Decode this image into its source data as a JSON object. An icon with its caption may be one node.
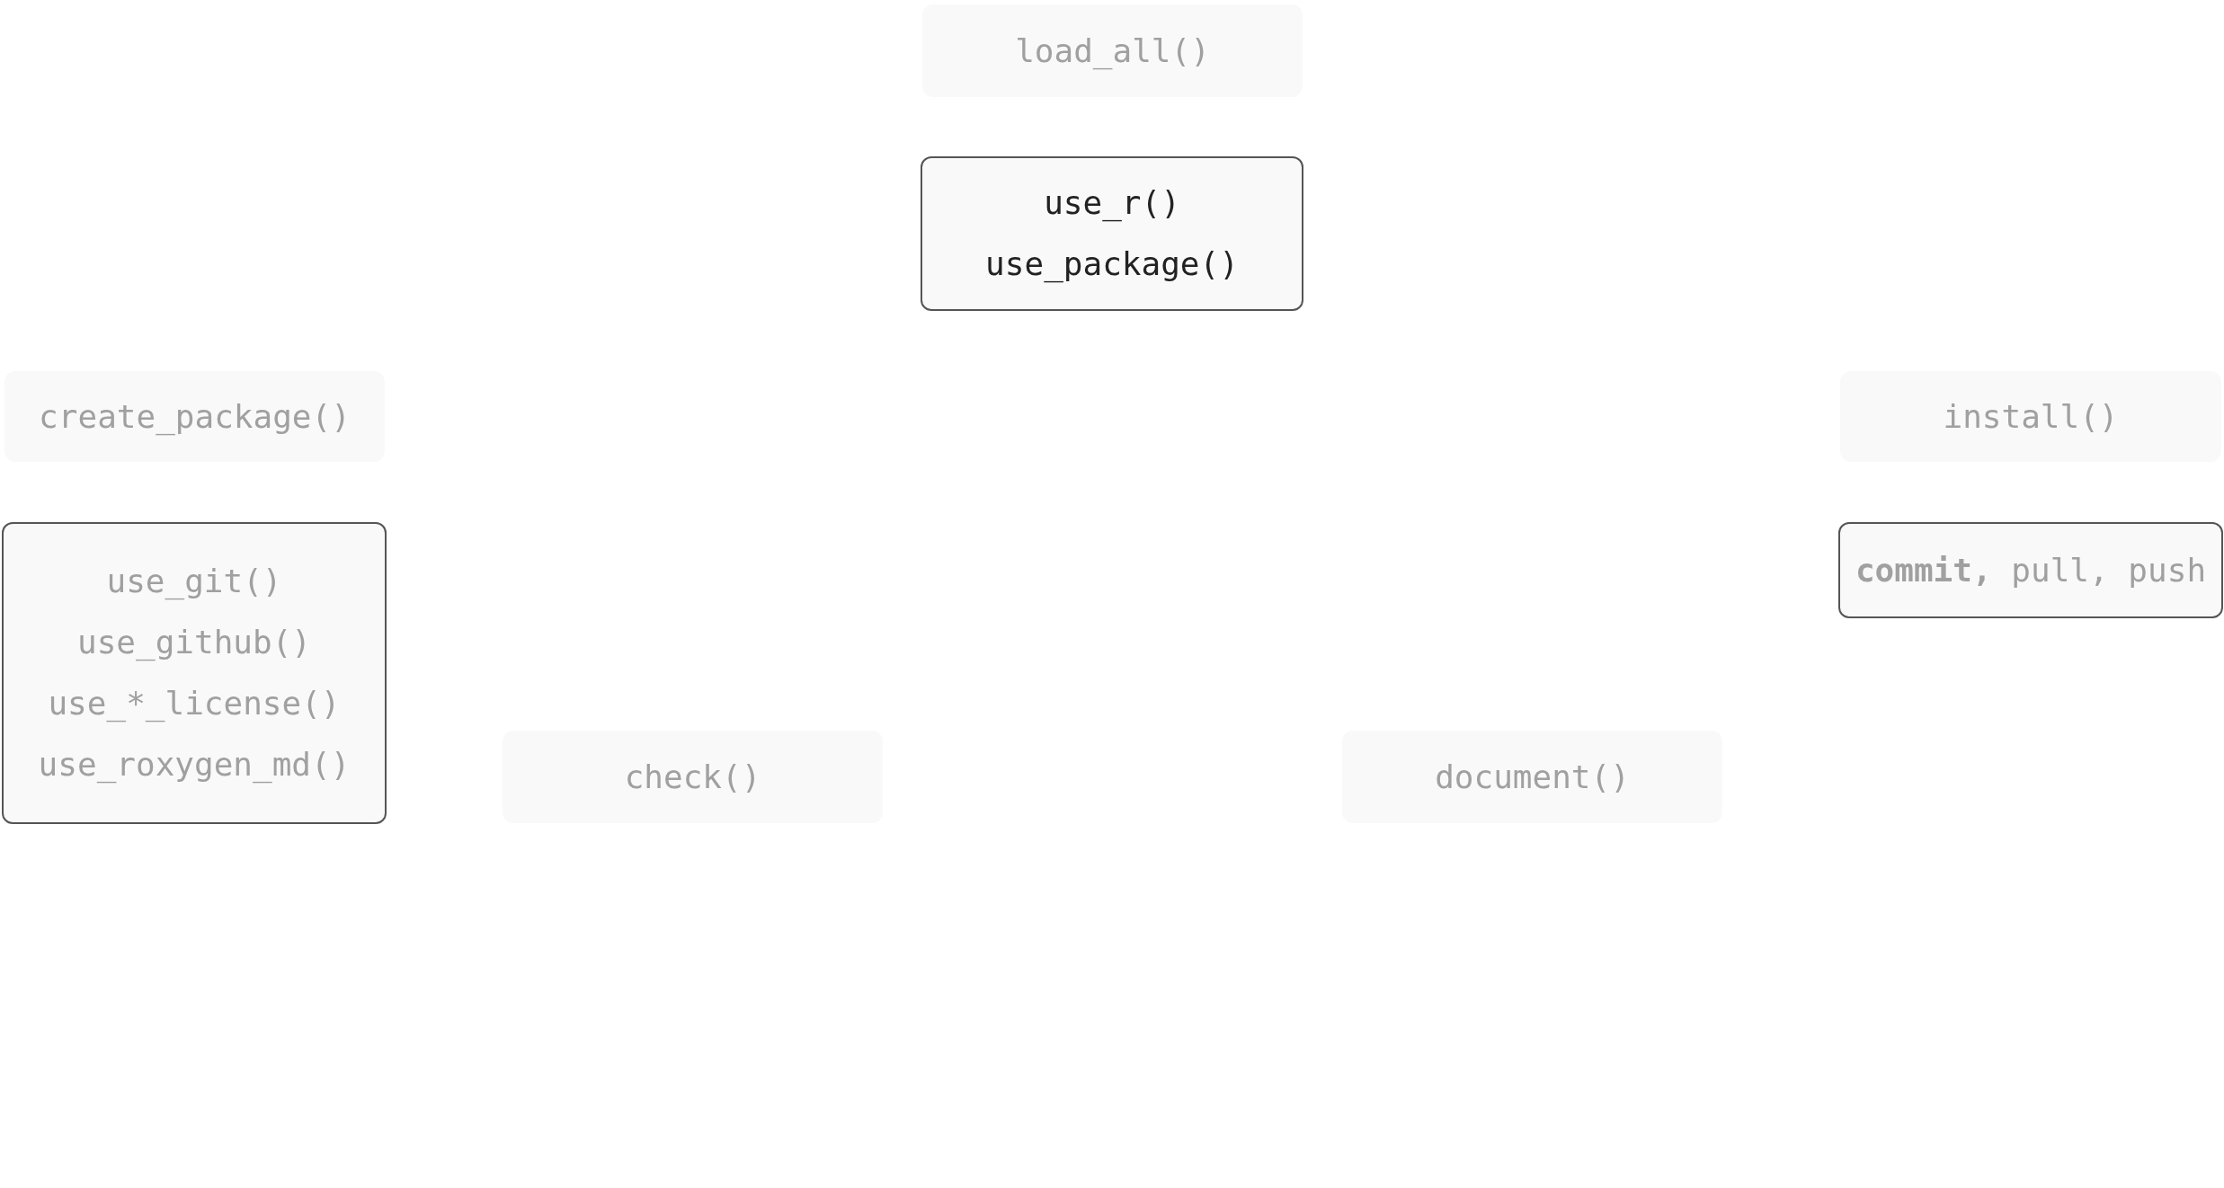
{
  "diagram": {
    "nodes": [
      {
        "text": [
          "load_all()"
        ]
      },
      {
        "text": [
          "use_r()",
          "use_package()"
        ]
      },
      {
        "text": [
          "create_package()"
        ]
      },
      {
        "text": [
          "use_git()",
          "use_github()",
          "use_*_license()",
          "use_roxygen_md()"
        ]
      },
      {
        "text": [
          "install()"
        ]
      },
      {
        "text": [
          "**commit,** pull, push"
        ]
      },
      {
        "text": [
          "check()"
        ]
      },
      {
        "text": [
          "document()"
        ]
      }
    ],
    "edges": []
  }
}
